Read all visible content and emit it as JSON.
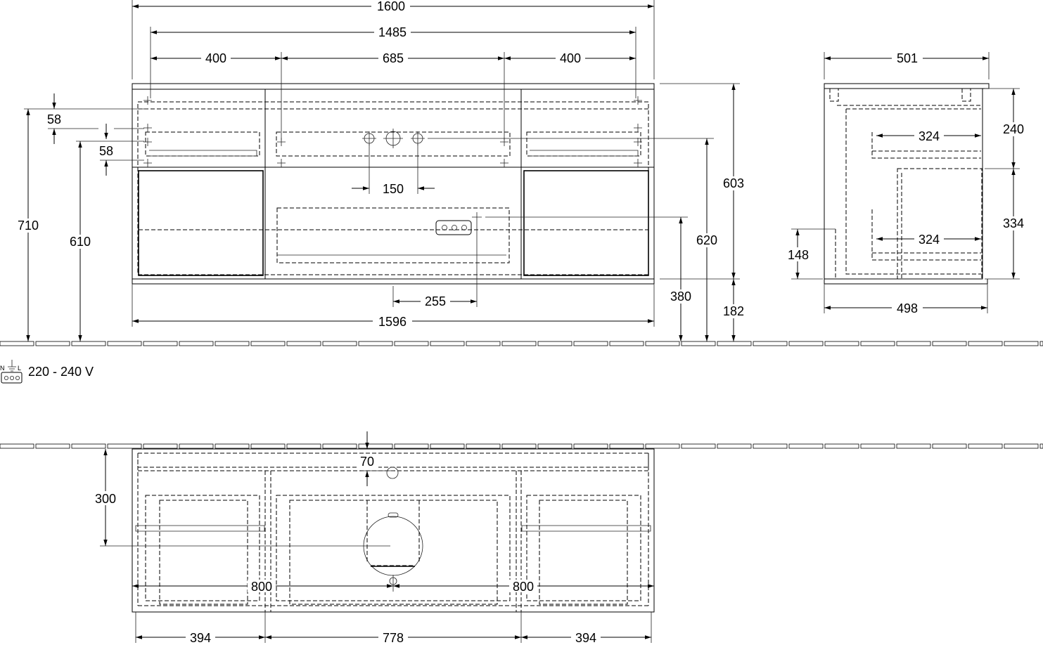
{
  "front_view": {
    "dims": {
      "width_total": "1600",
      "width_inner": "1485",
      "left_section": "400",
      "center_section": "685",
      "right_section": "400",
      "top_58_a": "58",
      "top_58_b": "58",
      "height_710": "710",
      "height_610": "610",
      "hole_spacing": "150",
      "socket_offset": "255",
      "bottom_width": "1596",
      "socket_height": "380",
      "tap_height": "620",
      "body_height": "603",
      "foot_height": "182"
    }
  },
  "side_view": {
    "dims": {
      "depth_top": "501",
      "depth_bottom": "498",
      "upper_drawer_depth": "324",
      "lower_drawer_depth": "324",
      "upper_height": "240",
      "lower_height": "334",
      "siphon_height": "148"
    }
  },
  "electrical": {
    "voltage_label": "220 - 240 V",
    "icon": "power-socket-icon"
  },
  "top_view": {
    "dims": {
      "wall_offset": "70",
      "depth_300": "300",
      "half_left": "800",
      "half_right": "800",
      "seg_left": "394",
      "seg_center": "778",
      "seg_right": "394"
    }
  }
}
